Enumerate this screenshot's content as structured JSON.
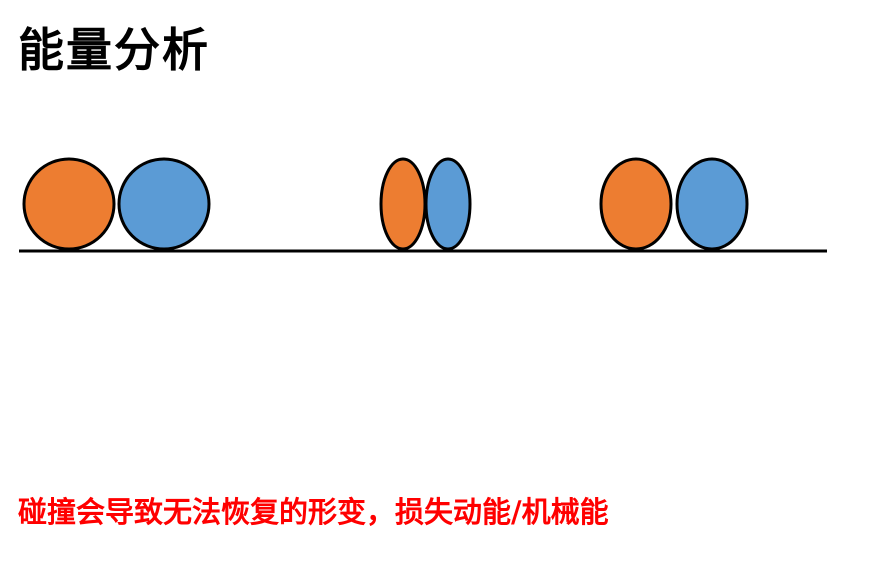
{
  "slide": {
    "title": "能量分析",
    "caption": "碰撞会导致无法恢复的形变，损失动能/机械能"
  },
  "colors": {
    "ball_left": "#ed7d31",
    "ball_right": "#5b9bd5",
    "outline": "#000000",
    "ground": "#000000",
    "caption": "#ff0000"
  },
  "stages": [
    {
      "name": "before-collision",
      "deformation": "none"
    },
    {
      "name": "during-collision",
      "deformation": "max"
    },
    {
      "name": "after-collision",
      "deformation": "partial"
    }
  ]
}
